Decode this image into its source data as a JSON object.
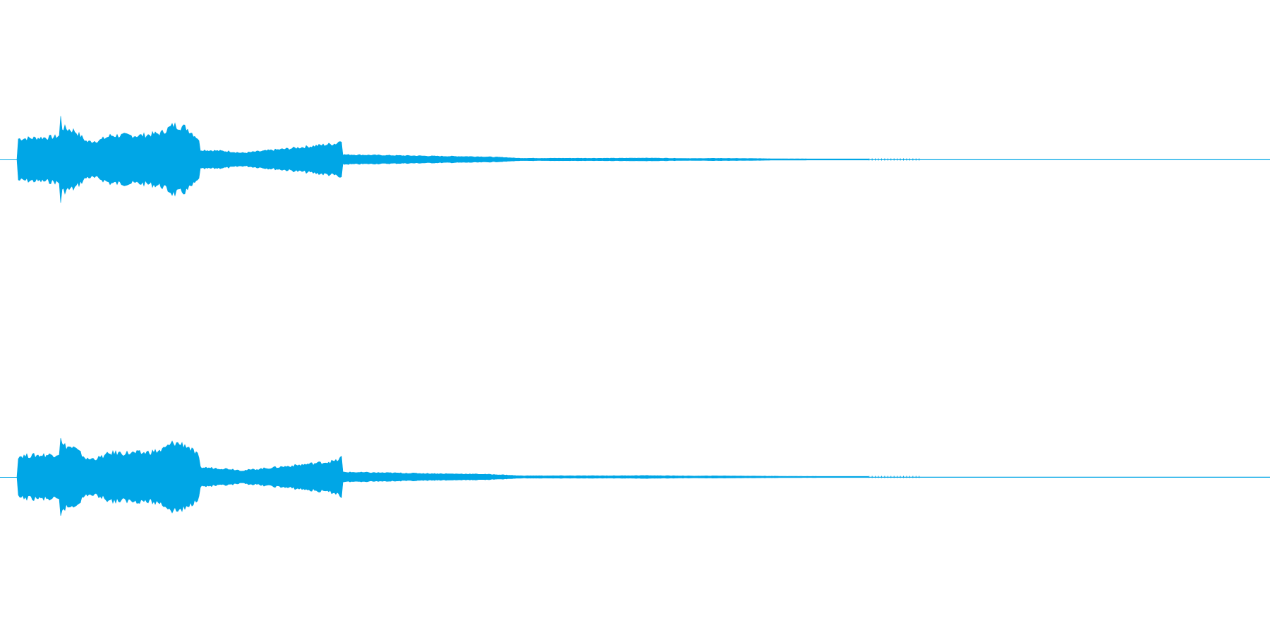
{
  "waveform": {
    "color": "#00a6e6",
    "channels": [
      {
        "envelope": [
          [
            0.0,
            0.0
          ],
          [
            0.001,
            0.26
          ],
          [
            0.03,
            0.28
          ],
          [
            0.034,
            0.3
          ],
          [
            0.035,
            0.55
          ],
          [
            0.036,
            0.4
          ],
          [
            0.046,
            0.36
          ],
          [
            0.056,
            0.22
          ],
          [
            0.066,
            0.24
          ],
          [
            0.075,
            0.3
          ],
          [
            0.085,
            0.3
          ],
          [
            0.1,
            0.3
          ],
          [
            0.115,
            0.33
          ],
          [
            0.125,
            0.43
          ],
          [
            0.135,
            0.4
          ],
          [
            0.145,
            0.26
          ],
          [
            0.146,
            0.12
          ],
          [
            0.17,
            0.1
          ],
          [
            0.18,
            0.08
          ],
          [
            0.2,
            0.11
          ],
          [
            0.22,
            0.14
          ],
          [
            0.255,
            0.2
          ],
          [
            0.259,
            0.25
          ],
          [
            0.26,
            0.06
          ],
          [
            0.3,
            0.05
          ],
          [
            0.34,
            0.04
          ],
          [
            0.37,
            0.035
          ],
          [
            0.39,
            0.025
          ],
          [
            0.4,
            0.015
          ],
          [
            0.48,
            0.015
          ],
          [
            0.5,
            0.018
          ],
          [
            0.54,
            0.012
          ],
          [
            0.56,
            0.014
          ],
          [
            0.62,
            0.008
          ],
          [
            0.66,
            0.006
          ],
          [
            0.68,
            0.0
          ],
          [
            1.0,
            0.0
          ]
        ]
      },
      {
        "envelope": [
          [
            0.0,
            0.0
          ],
          [
            0.001,
            0.26
          ],
          [
            0.03,
            0.28
          ],
          [
            0.034,
            0.3
          ],
          [
            0.035,
            0.55
          ],
          [
            0.036,
            0.4
          ],
          [
            0.046,
            0.36
          ],
          [
            0.056,
            0.22
          ],
          [
            0.066,
            0.24
          ],
          [
            0.075,
            0.3
          ],
          [
            0.085,
            0.3
          ],
          [
            0.1,
            0.3
          ],
          [
            0.115,
            0.33
          ],
          [
            0.125,
            0.43
          ],
          [
            0.135,
            0.4
          ],
          [
            0.145,
            0.26
          ],
          [
            0.146,
            0.12
          ],
          [
            0.17,
            0.1
          ],
          [
            0.18,
            0.08
          ],
          [
            0.2,
            0.11
          ],
          [
            0.22,
            0.14
          ],
          [
            0.255,
            0.2
          ],
          [
            0.259,
            0.25
          ],
          [
            0.26,
            0.06
          ],
          [
            0.3,
            0.05
          ],
          [
            0.34,
            0.04
          ],
          [
            0.37,
            0.035
          ],
          [
            0.39,
            0.025
          ],
          [
            0.4,
            0.015
          ],
          [
            0.48,
            0.015
          ],
          [
            0.5,
            0.018
          ],
          [
            0.54,
            0.012
          ],
          [
            0.56,
            0.014
          ],
          [
            0.62,
            0.008
          ],
          [
            0.66,
            0.006
          ],
          [
            0.68,
            0.0
          ],
          [
            1.0,
            0.0
          ]
        ]
      }
    ]
  }
}
